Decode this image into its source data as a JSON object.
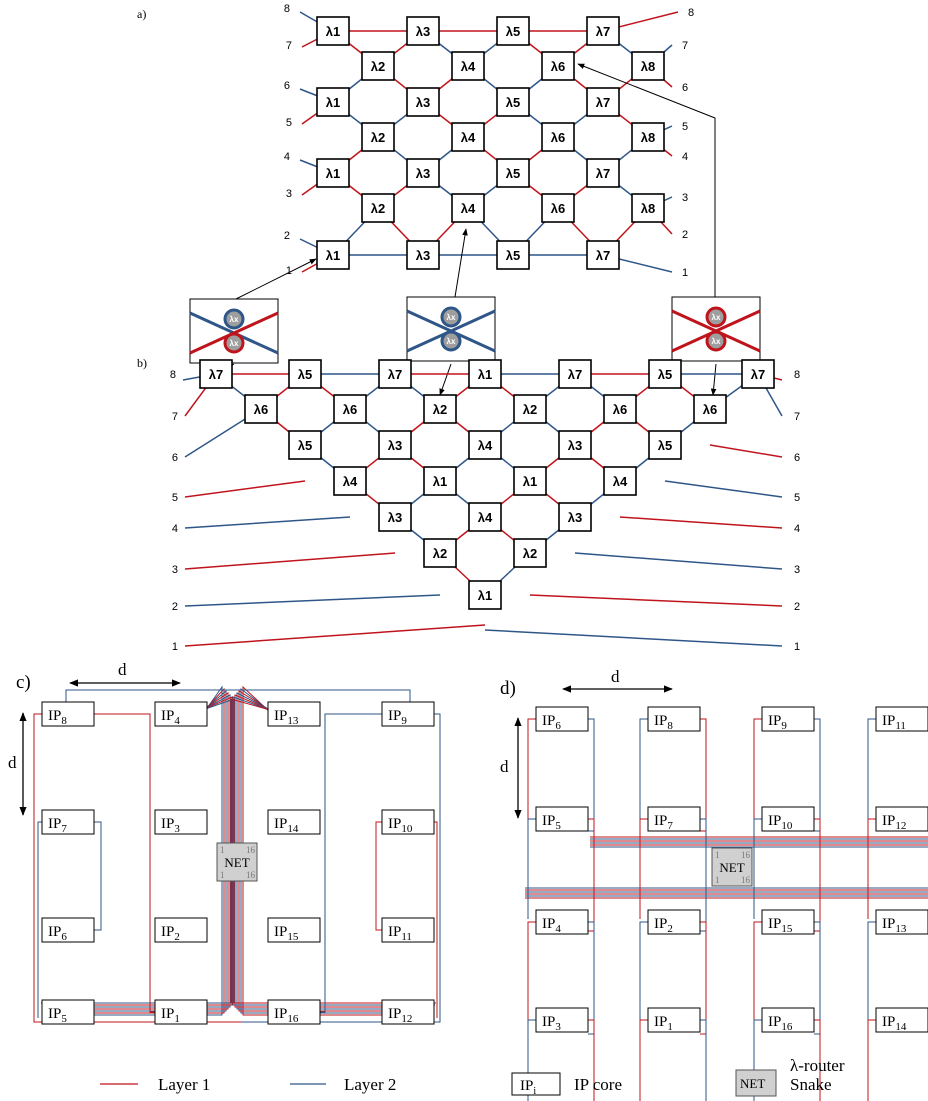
{
  "colors": {
    "layer1": "#c0141c",
    "layer2": "#2f5688",
    "net_fill": "#d0d0d0"
  },
  "panels": {
    "a": {
      "label": "a)"
    },
    "b": {
      "label": "b)"
    },
    "c": {
      "label": "c)",
      "dim": "d"
    },
    "d": {
      "label": "d)",
      "dim": "d"
    }
  },
  "routers_a": {
    "r1": [
      "λ1",
      "λ3",
      "λ5",
      "λ7"
    ],
    "r2": [
      "λ2",
      "λ4",
      "λ6",
      "λ8"
    ],
    "r3": [
      "λ1",
      "λ3",
      "λ5",
      "λ7"
    ],
    "r4": [
      "λ2",
      "λ4",
      "λ6",
      "λ8"
    ],
    "r5": [
      "λ1",
      "λ3",
      "λ5",
      "λ7"
    ],
    "r6": [
      "λ2",
      "λ4",
      "λ6",
      "λ8"
    ],
    "r7": [
      "λ1",
      "λ3",
      "λ5",
      "λ7"
    ]
  },
  "ports_a": {
    "left": [
      "8",
      "7",
      "6",
      "5",
      "4",
      "3",
      "2",
      "1"
    ],
    "right": [
      "8",
      "7",
      "6",
      "5",
      "4",
      "3",
      "2",
      "1"
    ]
  },
  "insets": {
    "ring_label": "λx"
  },
  "routers_b": {
    "r1": [
      "λ7",
      "λ5",
      "λ7",
      "λ1",
      "λ7",
      "λ5",
      "λ7"
    ],
    "r2": [
      "λ6",
      "λ6",
      "λ2",
      "λ2",
      "λ6",
      "λ6"
    ],
    "r3": [
      "λ5",
      "λ3",
      "λ4",
      "λ3",
      "λ5"
    ],
    "r4": [
      "λ4",
      "λ1",
      "λ1",
      "λ4"
    ],
    "r5": [
      "λ3",
      "λ4",
      "λ3"
    ],
    "r6": [
      "λ2",
      "λ2"
    ],
    "r7": [
      "λ1"
    ]
  },
  "ports_b": {
    "left": [
      "8",
      "7",
      "6",
      "5",
      "4",
      "3",
      "2",
      "1"
    ],
    "right": [
      "8",
      "7",
      "6",
      "5",
      "4",
      "3",
      "2",
      "1"
    ]
  },
  "ip_c": [
    [
      "8",
      "4",
      "13",
      "9"
    ],
    [
      "7",
      "3",
      "14",
      "10"
    ],
    [
      "6",
      "2",
      "15",
      "11"
    ],
    [
      "5",
      "1",
      "16",
      "12"
    ]
  ],
  "ip_d": [
    [
      "6",
      "8",
      "9",
      "11"
    ],
    [
      "5",
      "7",
      "10",
      "12"
    ],
    [
      "4",
      "2",
      "15",
      "13"
    ],
    [
      "3",
      "1",
      "16",
      "14"
    ]
  ],
  "net": {
    "label": "NET",
    "n16": "16",
    "n1": "1"
  },
  "legend": {
    "layer1": "Layer 1",
    "layer2": "Layer 2",
    "ip_symbol": "IP",
    "ip_sub": "i",
    "ip_text": "IP core",
    "net_symbol": "NET",
    "net_text_1": "λ-router",
    "net_text_2": "Snake"
  }
}
